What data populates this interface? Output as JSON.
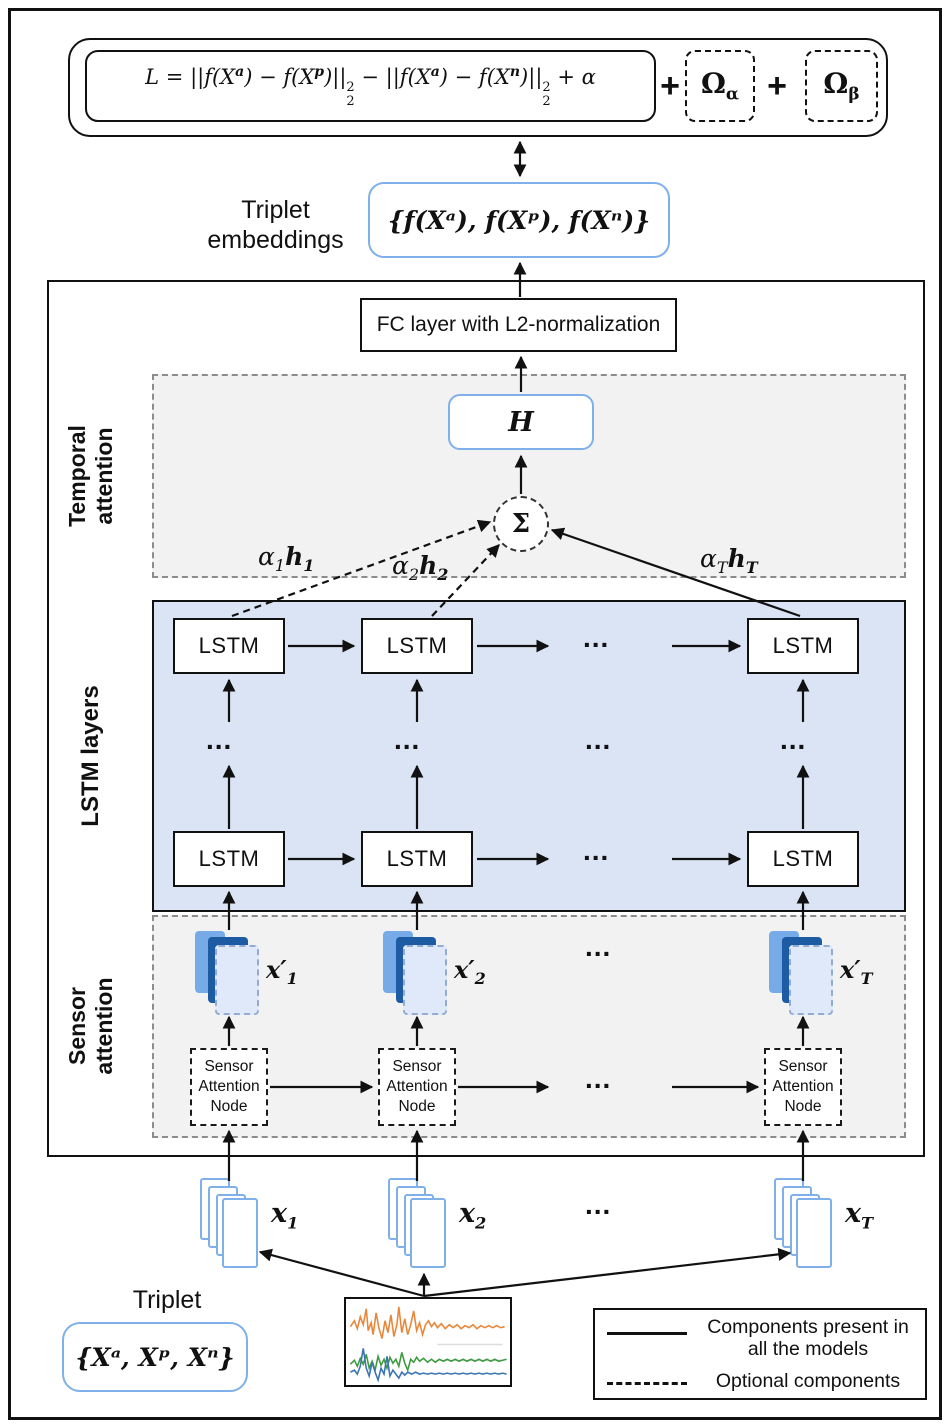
{
  "misc": {
    "ellipsis": "...",
    "plus": "+"
  },
  "loss": {
    "formula": {
      "lhs": "L = ||f(X",
      "sup_a1": "a",
      "mid1": ") − f(X",
      "sup_p": "p",
      "close1": ")||",
      "norm1_sup": "2",
      "norm1_sub": "2",
      "mid2": " − ||f(X",
      "sup_a2": "a",
      "mid3": ") − f(X",
      "sup_n": "n",
      "close2": ")||",
      "norm2_sup": "2",
      "norm2_sub": "2",
      "tail": " + α"
    },
    "omega_alpha": {
      "base": "Ω",
      "sub": "α"
    },
    "omega_beta": {
      "base": "Ω",
      "sub": "β"
    }
  },
  "embeddings": {
    "label_line1": "Triplet",
    "label_line2": "embeddings",
    "value": "{f(Xᵃ), f(Xᵖ), f(Xⁿ)}"
  },
  "fc": {
    "label": "FC layer with L2-normalization"
  },
  "temporal": {
    "section_label": "Temporal attention",
    "h": "H",
    "sigma": "Σ",
    "weights": [
      {
        "alpha": "α",
        "alpha_sub": "1",
        "h": "h",
        "h_sub": "1"
      },
      {
        "alpha": "α",
        "alpha_sub": "2",
        "h": "h",
        "h_sub": "2"
      },
      {
        "alpha": "α",
        "alpha_sub": "T",
        "h": "h",
        "h_sub": "T"
      }
    ]
  },
  "lstm": {
    "section_label": "LSTM layers",
    "cell_label": "LSTM"
  },
  "sensor": {
    "section_label": "Sensor attention",
    "node_label": "Sensor Attention Node",
    "outputs": [
      {
        "base": "x′",
        "sub": "1"
      },
      {
        "base": "x′",
        "sub": "2"
      },
      {
        "base": "x′",
        "sub": "T"
      }
    ]
  },
  "inputs": [
    {
      "base": "x",
      "sub": "1"
    },
    {
      "base": "x",
      "sub": "2"
    },
    {
      "base": "x",
      "sub": "T"
    }
  ],
  "triplet": {
    "label": "Triplet",
    "value": "{Xᵃ, Xᵖ, Xⁿ}"
  },
  "legend": {
    "solid": "Components present in all the models",
    "dashed": "Optional components"
  },
  "colors": {
    "accent_blue": "#7fb0ea",
    "lstm_fill": "#dbe4f5",
    "region_fill": "#f2f2f2",
    "card_dark": "#1d5ca3",
    "card_mid": "#77abe8",
    "card_light": "#dfe9f9",
    "signal_orange": "#e8873a",
    "signal_green": "#3d9b3f",
    "signal_blue": "#3b75b3"
  }
}
